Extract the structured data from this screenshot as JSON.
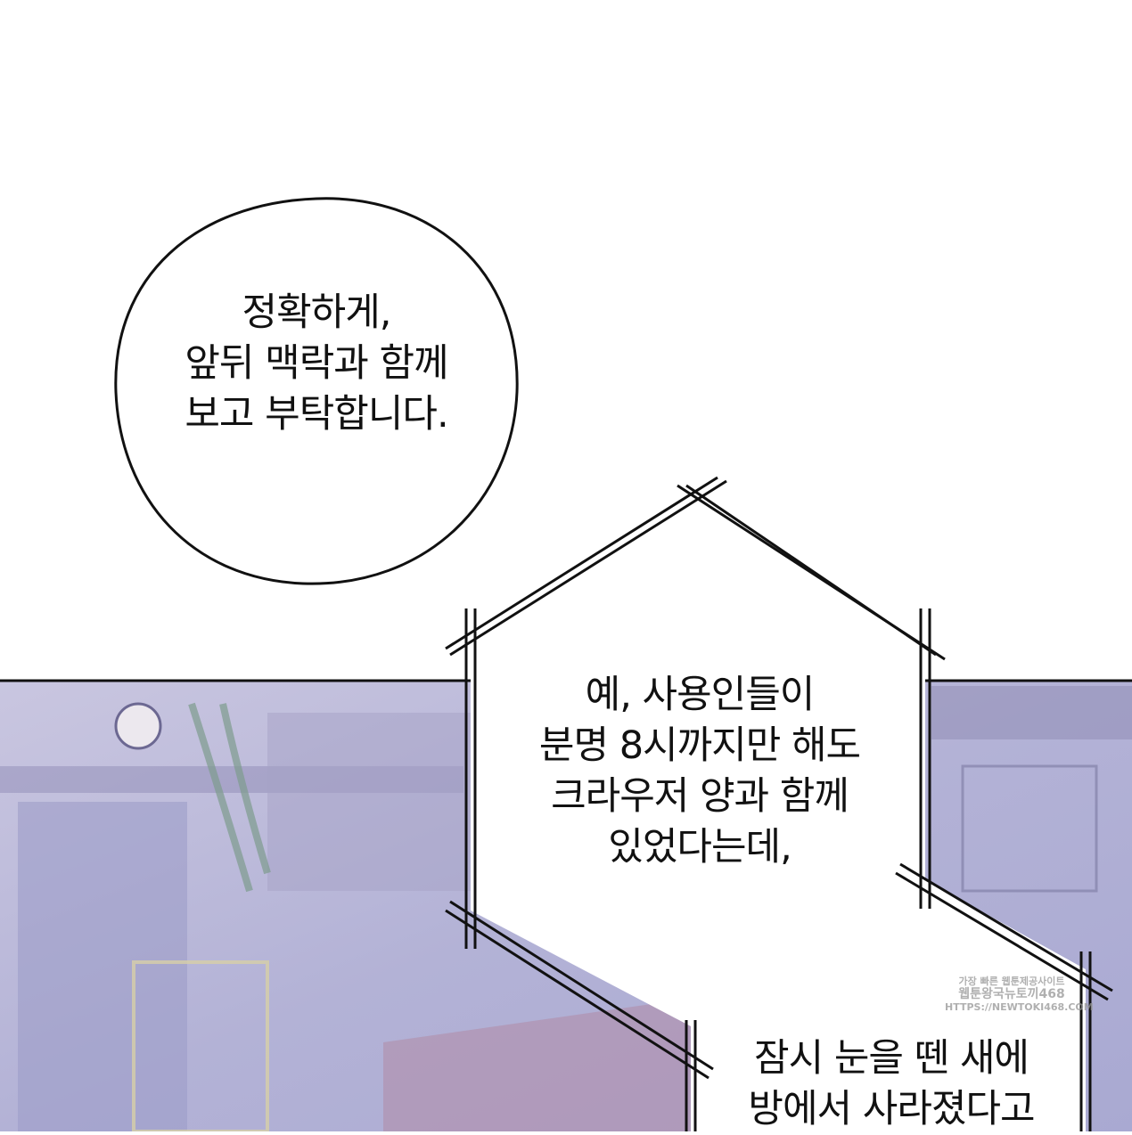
{
  "bubble_round": {
    "lines": [
      "정확하게,",
      "앞뒤 맥락과 함께",
      "보고 부탁합니다."
    ]
  },
  "box_house": {
    "lines": [
      "예, 사용인들이",
      "분명 8시까지만 해도",
      "크라우저 양과 함께",
      "있었다는데,"
    ]
  },
  "box_bottom": {
    "lines": [
      "잠시 눈을 뗀 새에",
      "방에서 사라졌다고"
    ]
  },
  "watermark": {
    "lines": [
      "가장 빠른 웹툰제공사이트",
      "웹툰왕국뉴토끼468",
      "HTTPS://NEWTOKI468.COM"
    ]
  },
  "colors": {
    "background_scene": "#bdbbdc",
    "panel_border": "#111111"
  }
}
